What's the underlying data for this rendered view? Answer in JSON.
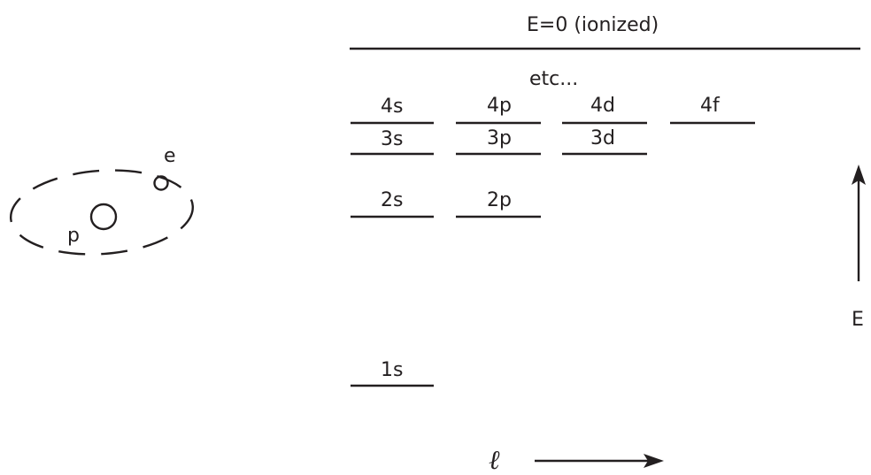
{
  "atom": {
    "proton_label": "p",
    "electron_label": "e"
  },
  "levels": {
    "ionized_label": "E=0 (ionized)",
    "etc_label": "etc...",
    "items": [
      {
        "label": "4s"
      },
      {
        "label": "4p"
      },
      {
        "label": "4d"
      },
      {
        "label": "4f"
      },
      {
        "label": "3s"
      },
      {
        "label": "3p"
      },
      {
        "label": "3d"
      },
      {
        "label": "2s"
      },
      {
        "label": "2p"
      },
      {
        "label": "1s"
      }
    ]
  },
  "axes": {
    "energy_label": "E",
    "l_label": "ℓ"
  },
  "colors": {
    "ink": "#231f20",
    "background": "#ffffff"
  }
}
